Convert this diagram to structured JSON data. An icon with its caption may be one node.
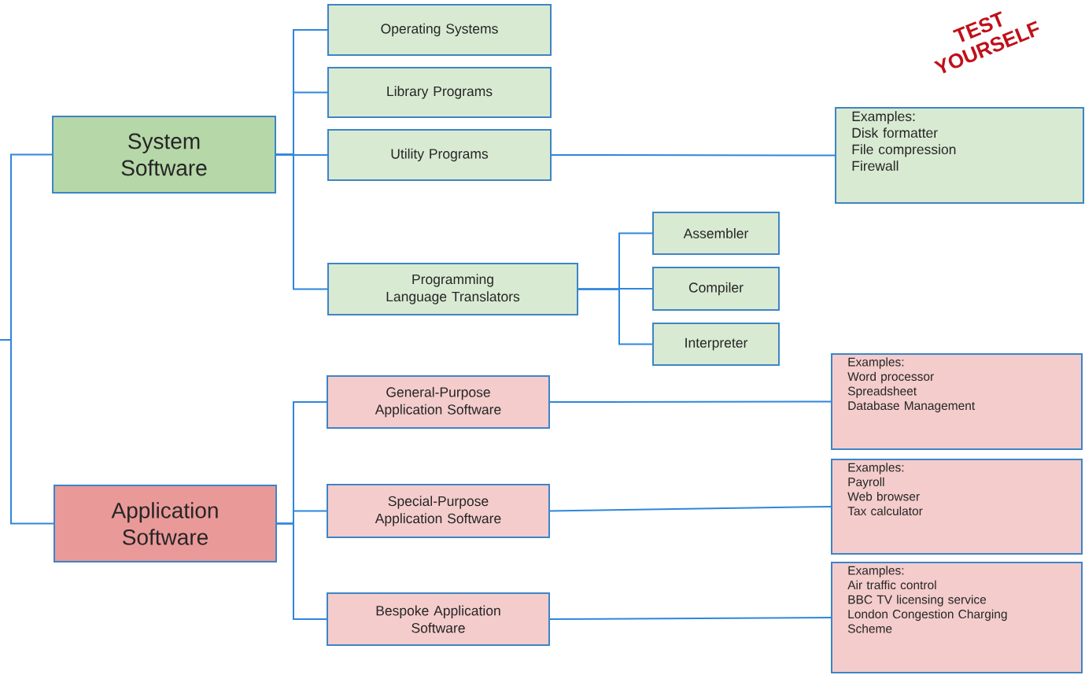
{
  "diagram": {
    "nodes": [
      {
        "text": [
          "System Software"
        ]
      },
      {
        "text": [
          "Application Software"
        ]
      },
      {
        "text": [
          "Operating Systems"
        ]
      },
      {
        "text": [
          "Library Programs"
        ]
      },
      {
        "text": [
          "Utility Programs"
        ]
      },
      {
        "text": [
          "Programming Language Translators"
        ]
      },
      {
        "text": [
          "Examples:",
          "Disk formatter",
          "File compression",
          "Firewall"
        ]
      },
      {
        "text": [
          "Assembler"
        ]
      },
      {
        "text": [
          "Compiler"
        ]
      },
      {
        "text": [
          "Interpreter"
        ]
      },
      {
        "text": [
          "General-Purpose Application Software"
        ]
      },
      {
        "text": [
          "Examples:",
          "Word processor",
          "Spreadsheet",
          "Database Management"
        ]
      },
      {
        "text": [
          "Special-Purpose Application Software"
        ]
      },
      {
        "text": [
          "Examples:",
          "Payroll",
          "Web browser",
          "Tax calculator"
        ]
      },
      {
        "text": [
          "Bespoke Application Software"
        ]
      },
      {
        "text": [
          "Examples:",
          "Air traffic control",
          "BBC TV licensing service",
          "London Congestion Charging Scheme"
        ]
      }
    ],
    "edges": [
      {
        "from": null,
        "to": 0,
        "arrow": "none"
      },
      {
        "from": null,
        "to": 1,
        "arrow": "none"
      },
      {
        "from": 0,
        "to": 2,
        "arrow": "none"
      },
      {
        "from": 0,
        "to": 3,
        "arrow": "none"
      },
      {
        "from": 0,
        "to": 4,
        "arrow": "none"
      },
      {
        "from": 0,
        "to": 5,
        "arrow": "none"
      },
      {
        "from": 4,
        "to": 6,
        "arrow": "none"
      },
      {
        "from": 5,
        "to": 7,
        "arrow": "none"
      },
      {
        "from": 5,
        "to": 8,
        "arrow": "none"
      },
      {
        "from": 5,
        "to": 9,
        "arrow": "none"
      },
      {
        "from": 1,
        "to": 10,
        "arrow": "none"
      },
      {
        "from": 1,
        "to": 12,
        "arrow": "none"
      },
      {
        "from": 1,
        "to": 14,
        "arrow": "none"
      },
      {
        "from": 10,
        "to": 11,
        "arrow": "none"
      },
      {
        "from": 12,
        "to": 13,
        "arrow": "none"
      },
      {
        "from": 14,
        "to": 15,
        "arrow": "none"
      }
    ],
    "labels": [
      "TEST YOURSELF"
    ]
  }
}
